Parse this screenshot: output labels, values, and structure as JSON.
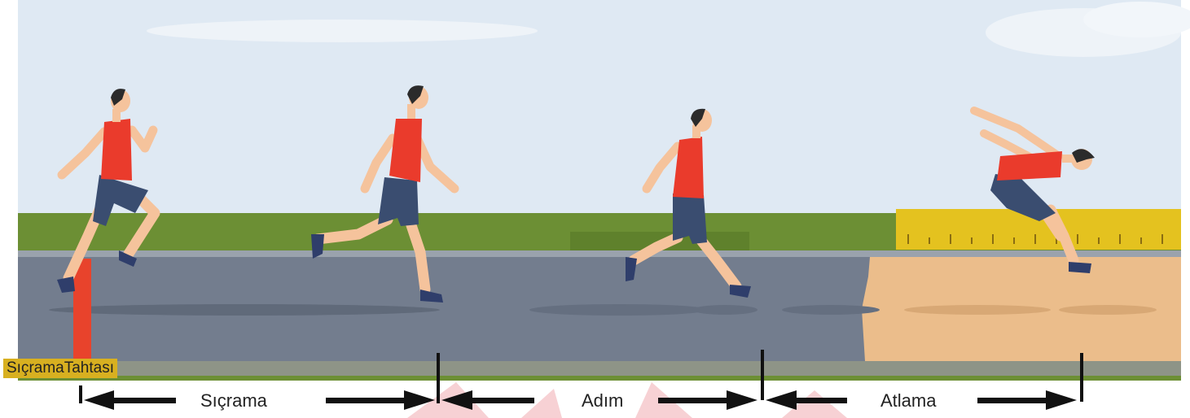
{
  "board_label": "SıçramaTahtası",
  "phases": [
    {
      "label": "Sıçrama"
    },
    {
      "label": "Adım"
    },
    {
      "label": "Atlama"
    }
  ],
  "colors": {
    "sky": "#dfe9f3",
    "grass": "#6c8f34",
    "track": "#737d8e",
    "sand": "#ebbd8b",
    "board": "#e8432c",
    "board_label_bg": "#d8b020",
    "ruler": "#e4c21f",
    "shirt": "#ea3b2c",
    "shorts": "#3a4d70",
    "skin": "#f5c39c",
    "hair": "#2b2b2b",
    "shoe": "#2f3e6b",
    "watermark": "#f6c9cc"
  }
}
